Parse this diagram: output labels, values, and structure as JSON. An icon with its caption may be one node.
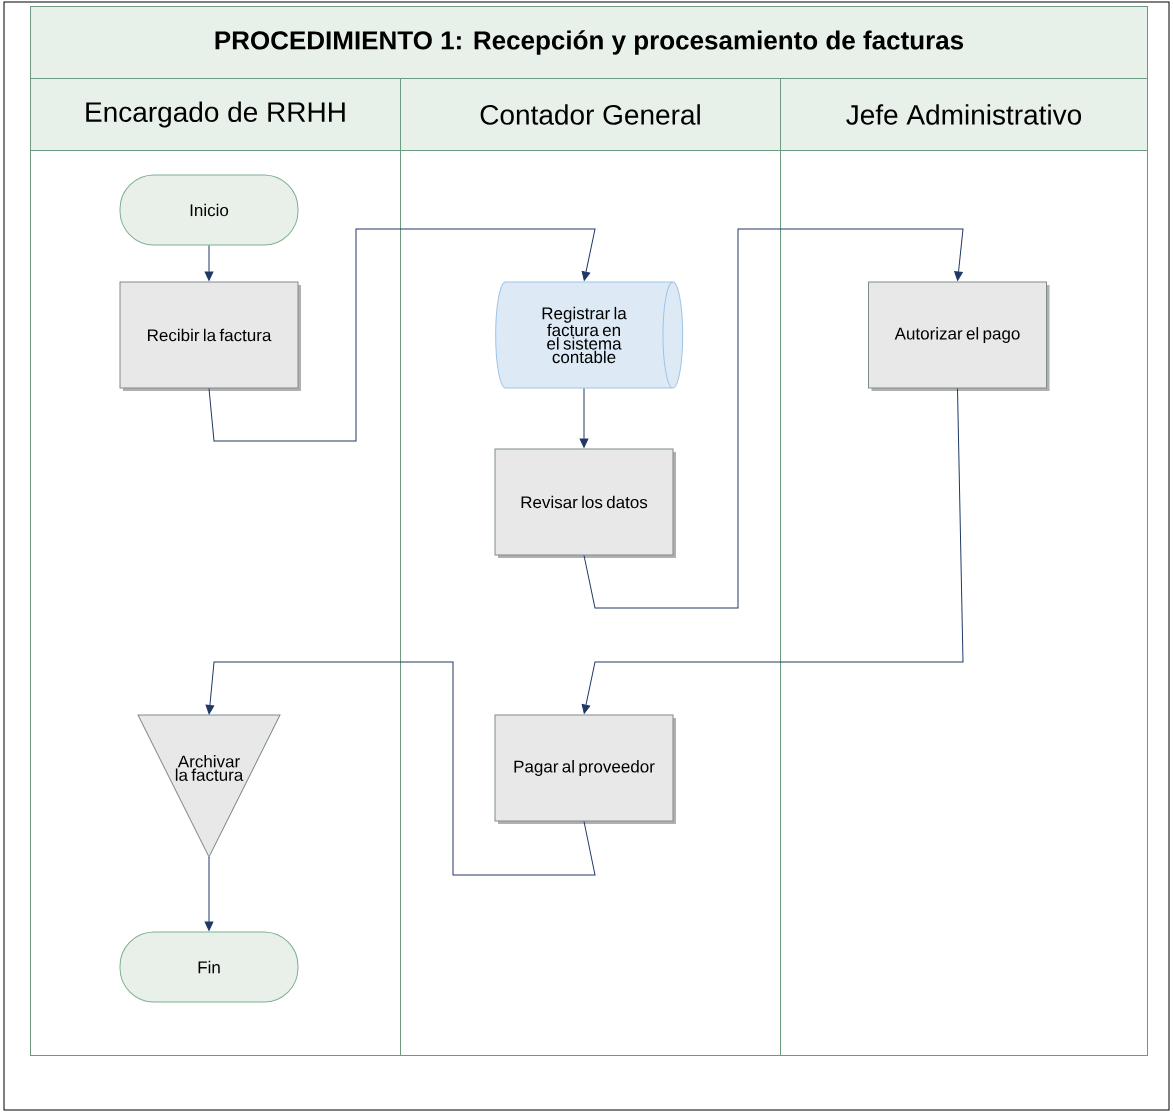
{
  "diagram": {
    "title": "PROCEDIMIENTO 1: Recepción y procesamiento de facturas",
    "nodes": [
      {
        "text": [
          "Encargado de RRHH"
        ]
      },
      {
        "text": [
          "Contador General"
        ]
      },
      {
        "text": [
          "Jefe Administrativo"
        ]
      },
      {
        "text": [
          "Inicio"
        ],
        "in": 0
      },
      {
        "text": [
          "Recibir la factura"
        ],
        "in": 0
      },
      {
        "text": [
          "Registrar la factura en el sistema contable"
        ],
        "in": 1
      },
      {
        "text": [
          "Revisar los datos"
        ],
        "in": 1
      },
      {
        "text": [
          "Autorizar el pago"
        ],
        "in": 2
      },
      {
        "text": [
          "Pagar al proveedor"
        ],
        "in": 1
      },
      {
        "text": [
          "Archivar la factura"
        ],
        "in": 0
      },
      {
        "text": [
          "Fin"
        ],
        "in": 0
      }
    ],
    "edges": [
      {
        "from": 3,
        "to": 4,
        "arrow": "to"
      },
      {
        "from": 4,
        "to": 5,
        "arrow": "to"
      },
      {
        "from": 5,
        "to": 6,
        "arrow": "to"
      },
      {
        "from": 6,
        "to": 7,
        "arrow": "to"
      },
      {
        "from": 7,
        "to": 8,
        "arrow": "to"
      },
      {
        "from": 8,
        "to": 9,
        "arrow": "to"
      },
      {
        "from": 9,
        "to": 10,
        "arrow": "to"
      }
    ]
  }
}
